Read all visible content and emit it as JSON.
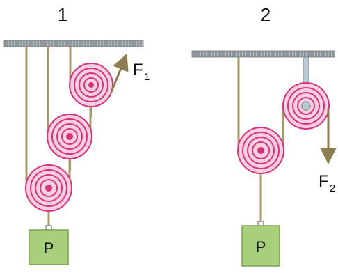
{
  "figures": [
    {
      "number": "1",
      "load_label": "P",
      "force_label": "F",
      "force_subscript": "1"
    },
    {
      "number": "2",
      "load_label": "P",
      "force_label": "F",
      "force_subscript": "2"
    }
  ],
  "colors": {
    "ceiling": "#7f8a90",
    "rope": "#a89868",
    "pulley_fill": "#f7cfe1",
    "pulley_ring": "#d6337a",
    "load_fill": "#a8cf7c",
    "load_stroke": "#7f9f58",
    "arrow": "#8b7f52",
    "axle": "#b8cad4"
  }
}
